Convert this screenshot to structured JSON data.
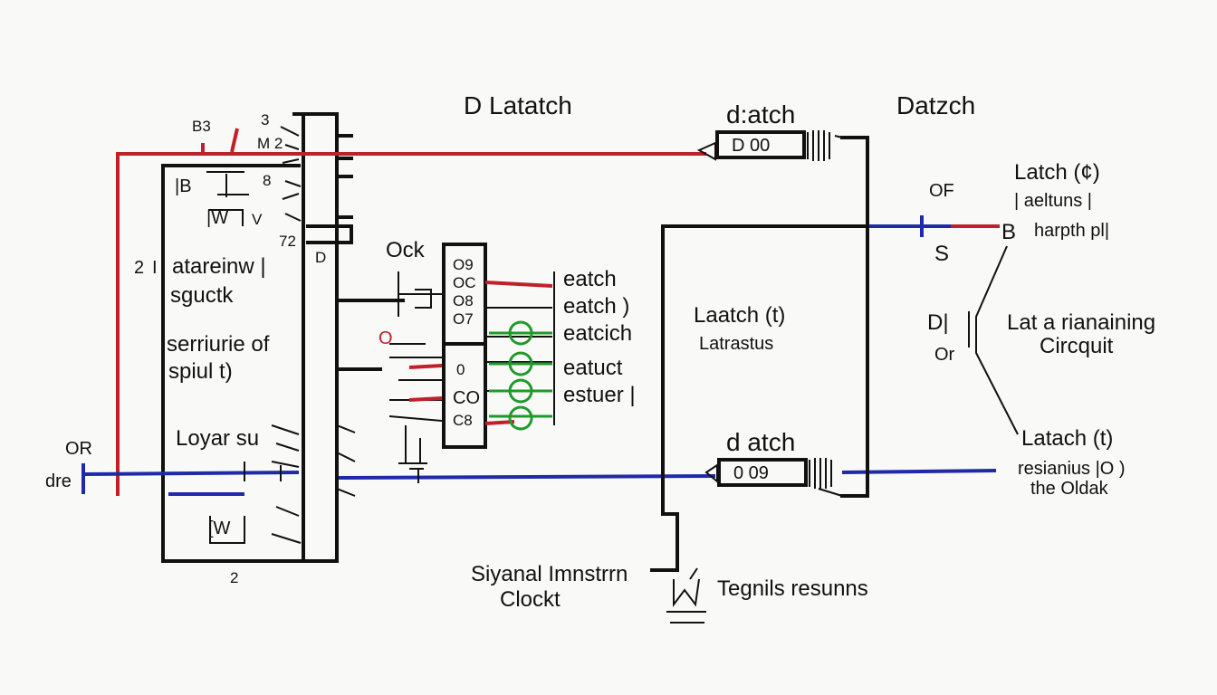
{
  "titles": {
    "main": "D Latatch",
    "right": "Datzch",
    "top_latch": "d:atch",
    "bottom_latch": "d atch"
  },
  "left_block": {
    "top_digits": "3",
    "top_label_a": "B3",
    "top_label_b": "M 2",
    "label_1": "|B",
    "label_2": "8",
    "label_3": "|W",
    "label_4": "V",
    "label_5": "72",
    "label_6": "D",
    "label_7": "2",
    "label_8": "I",
    "text_1": "atareinw |",
    "text_2": "sguctk",
    "text_3": "serriurie of",
    "text_4": "spiul t)",
    "text_5": "Loyar su",
    "bottom_w": "[W",
    "bottom_num": "2",
    "left_or": "OR",
    "left_dre": "dre"
  },
  "middle_block": {
    "clock": "Ock",
    "red_o": "O",
    "chip_top": [
      "O9",
      "OC",
      "O8",
      "O7"
    ],
    "chip_bottom": [
      "0",
      "CO",
      "C8"
    ],
    "labels": [
      "eatch",
      "eatch )",
      "eatcich",
      "eatuct",
      "estuer |"
    ]
  },
  "center_block": {
    "title": "Laatch  (t)",
    "subtitle": "Latrastus",
    "top_latch_text": "D  00",
    "bottom_latch_text": "0  09"
  },
  "right_block": {
    "latch_top": "Latch (¢)",
    "latch_top_sub": "| aeltuns |",
    "or_top": "OF",
    "s_label": "S",
    "b_label": "B",
    "harpth": "harpth pl|",
    "d_label": "D|",
    "or_mid": "Or",
    "mid_title_1": "Lat a rianaining",
    "mid_title_2": "Circquit",
    "latch_bot": "Latach (t)",
    "resianius": "resianius |O )",
    "the_clock": "the  Oldak"
  },
  "bottom": {
    "signal_1": "Siyanal Imnstrrn",
    "signal_2": "Clockt",
    "tegnils": "Tegnils resunns"
  },
  "colors": {
    "wire": "#111111",
    "red_wire": "#c0202a",
    "blue_wire": "#1f2aa8",
    "green_loop": "#1f9a2a",
    "background": "#f9f9f7"
  }
}
